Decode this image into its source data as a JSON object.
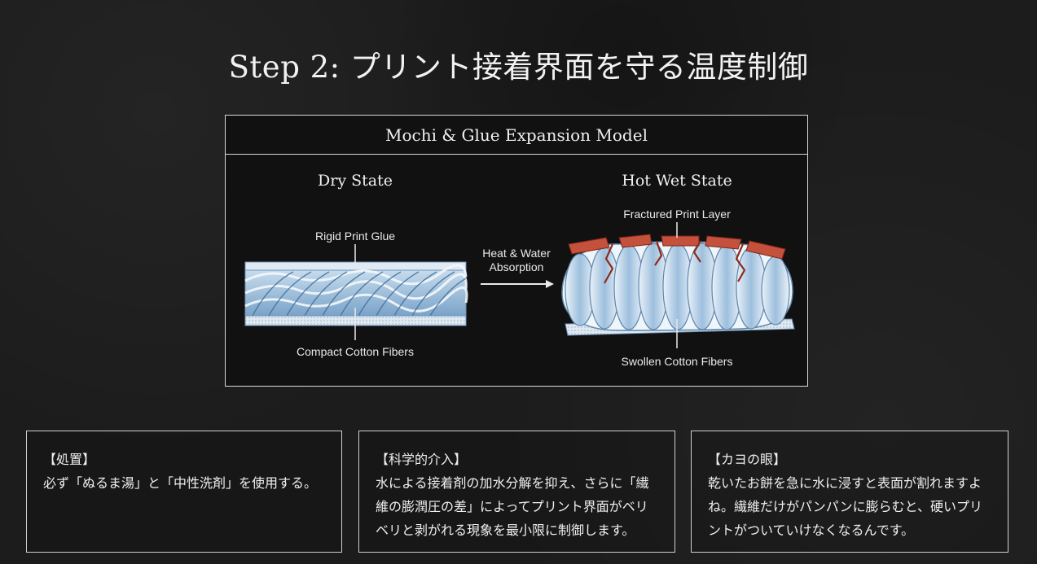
{
  "title": "Step 2: プリント接着界面を守る温度制御",
  "model": {
    "header": "Mochi & Glue Expansion Model",
    "dry": {
      "heading": "Dry State",
      "top_label": "Rigid Print Glue",
      "bottom_label": "Compact Cotton Fibers"
    },
    "arrow_label_line1": "Heat & Water",
    "arrow_label_line2": "Absorption",
    "wet": {
      "heading": "Hot Wet State",
      "top_label": "Fractured Print Layer",
      "bottom_label": "Swollen Cotton Fibers"
    }
  },
  "colors": {
    "fiber_blue": "#8fb4d6",
    "fiber_light": "#dfeaf4",
    "print_red": "#c4513c",
    "crack_red": "#8e2a1c"
  },
  "boxes": [
    {
      "head": "【処置】",
      "body": "必ず「ぬるま湯」と「中性洗剤」を使用する。"
    },
    {
      "head": "【科学的介入】",
      "body": "水による接着剤の加水分解を抑え、さらに「繊維の膨潤圧の差」によってプリント界面がベリベリと剥がれる現象を最小限に制御します。"
    },
    {
      "head": "【カヨの眼】",
      "body": "乾いたお餅を急に水に浸すと表面が割れますよね。繊維だけがパンパンに膨らむと、硬いプリントがついていけなくなるんです。"
    }
  ]
}
